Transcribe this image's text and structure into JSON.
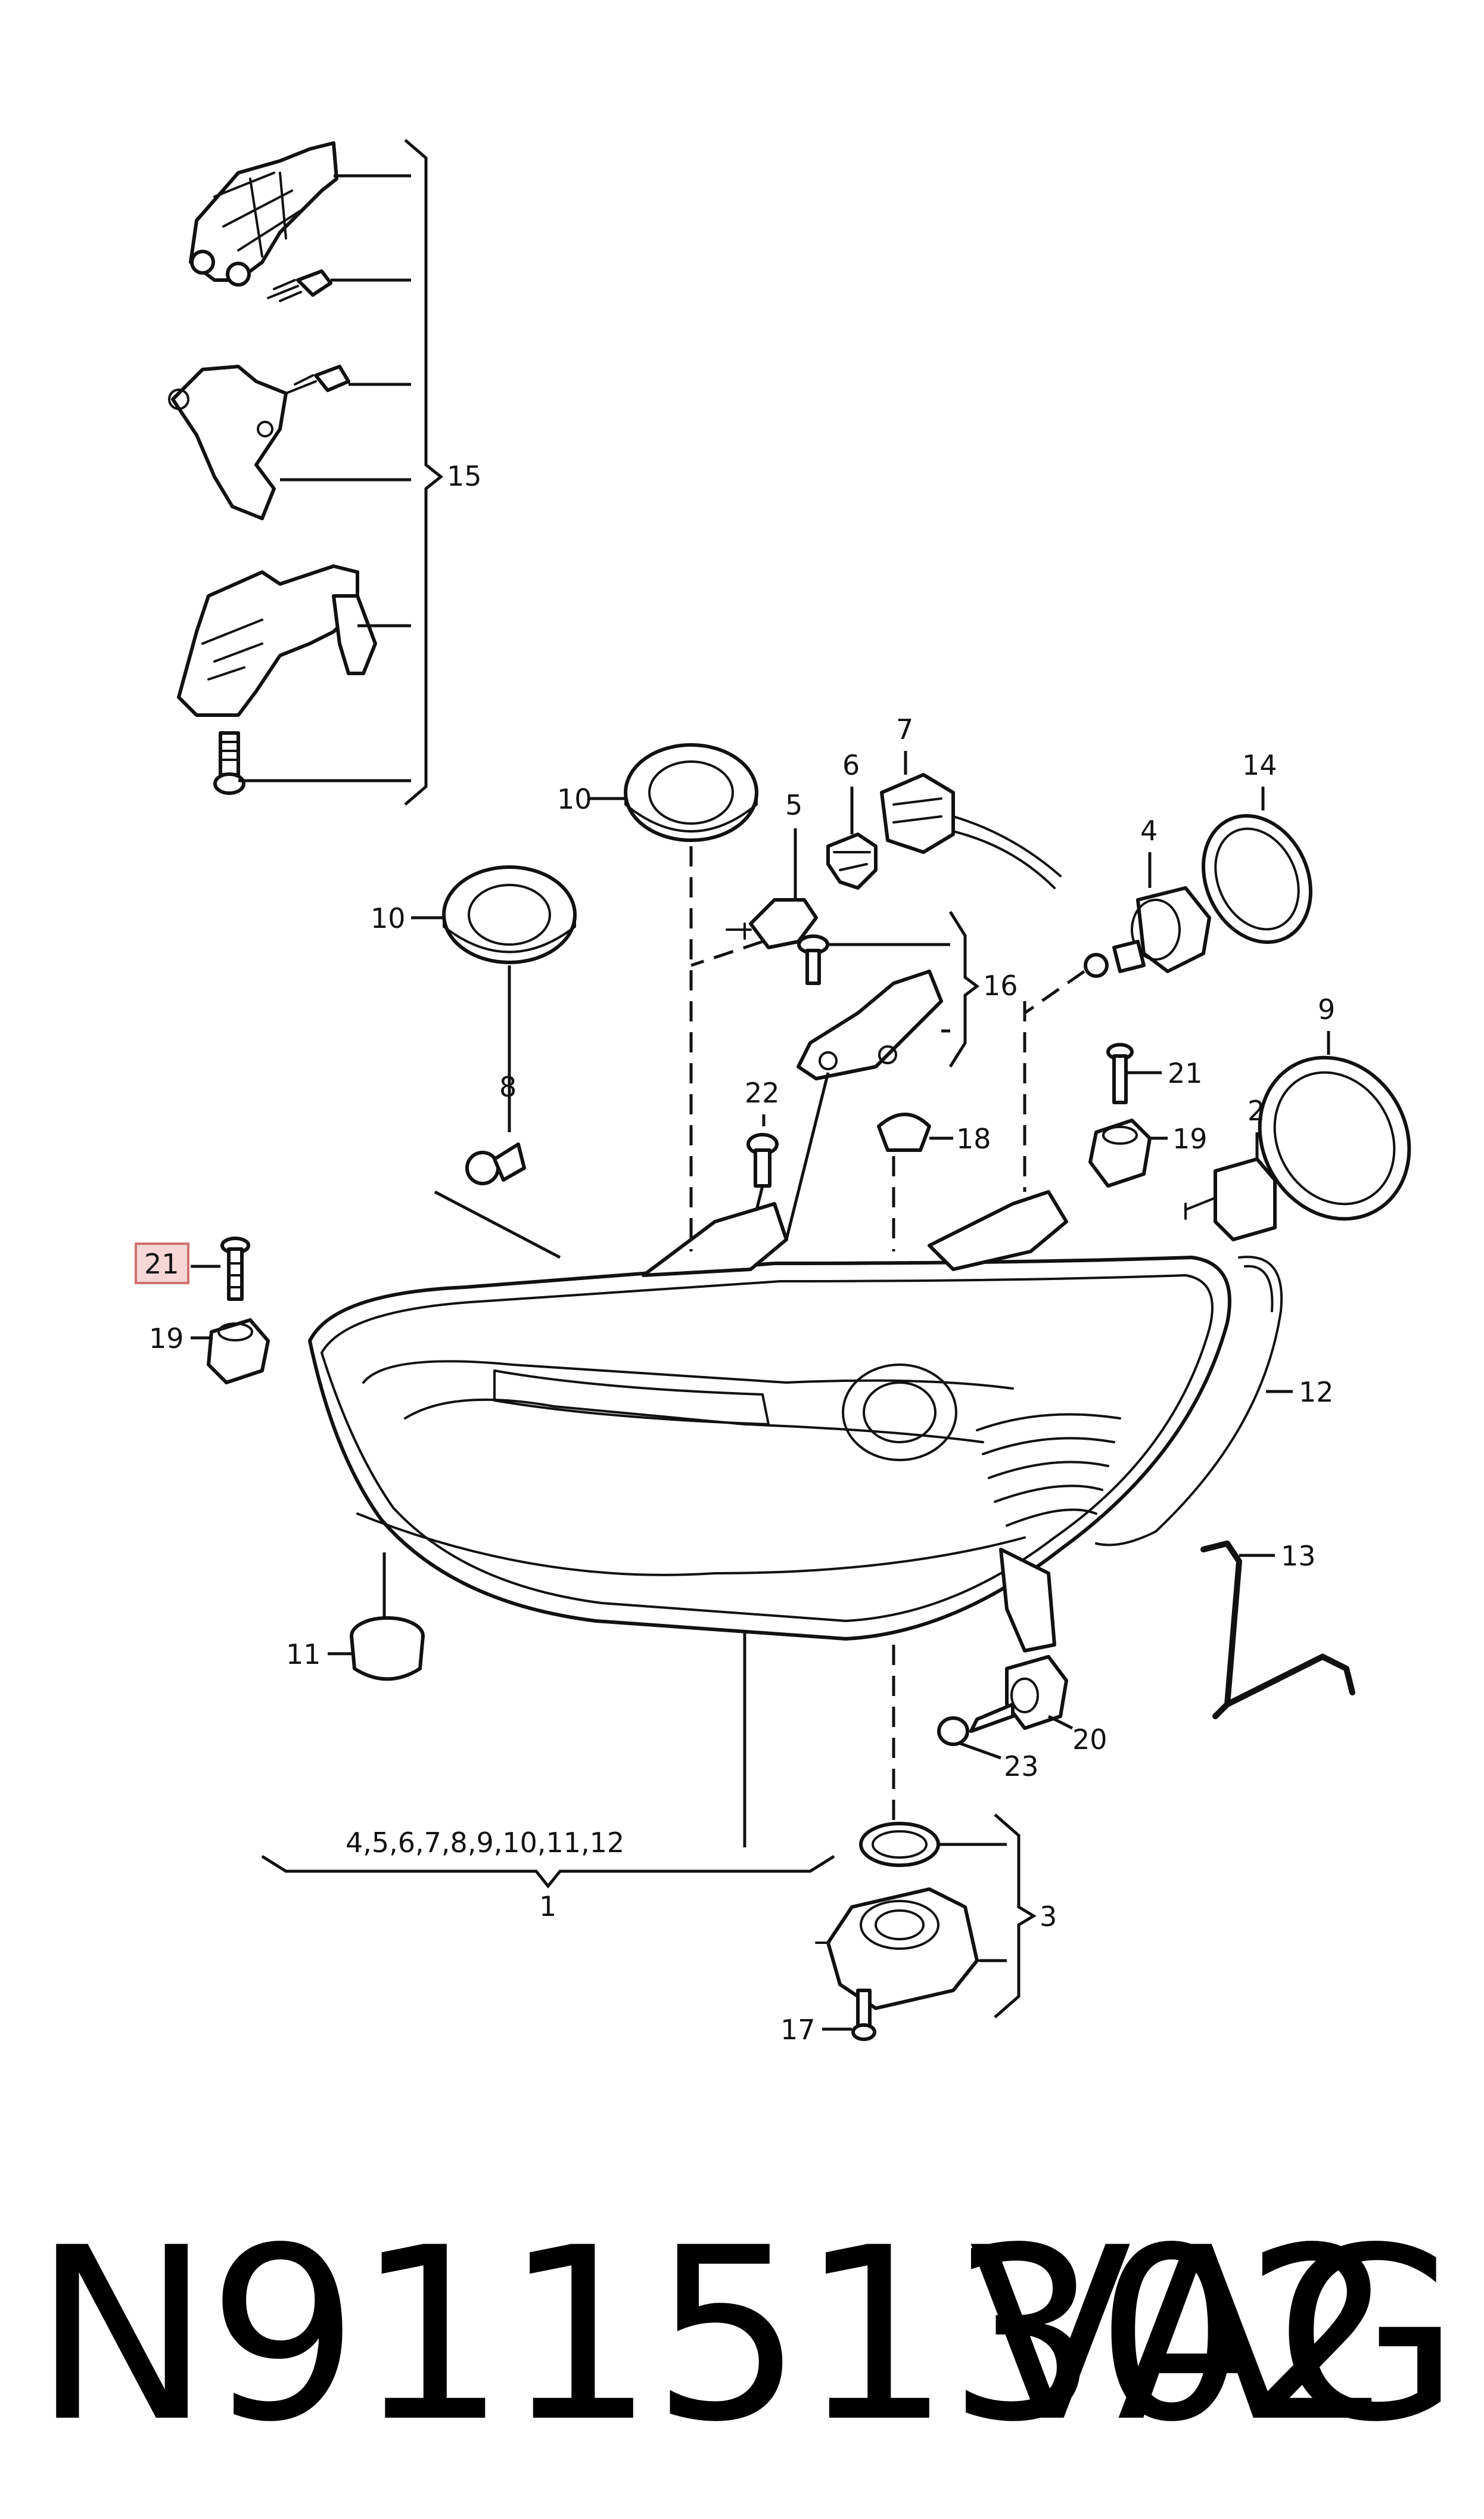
{
  "callouts": {
    "c1": "1",
    "c2": "2",
    "c3": "3",
    "c4": "4",
    "c5": "5",
    "c6": "6",
    "c7": "7",
    "c8": "8",
    "c9": "9",
    "c10a": "10",
    "c10b": "10",
    "c11": "11",
    "c12": "12",
    "c13": "13",
    "c14": "14",
    "c15": "15",
    "c16": "16",
    "c17": "17",
    "c18": "18",
    "c19a": "19",
    "c19b": "19",
    "c20": "20",
    "c21a": "21",
    "c21b": "21",
    "c22": "22",
    "c23": "23",
    "group1": "4,5,6,7,8,9,10,11,12"
  },
  "highlighted_callout": "21",
  "footer": {
    "part_number": "N91151302",
    "brand": "VAG"
  },
  "colors": {
    "line": "#111111",
    "highlight_fill": "#f7d6d6",
    "highlight_border": "#d07070"
  }
}
